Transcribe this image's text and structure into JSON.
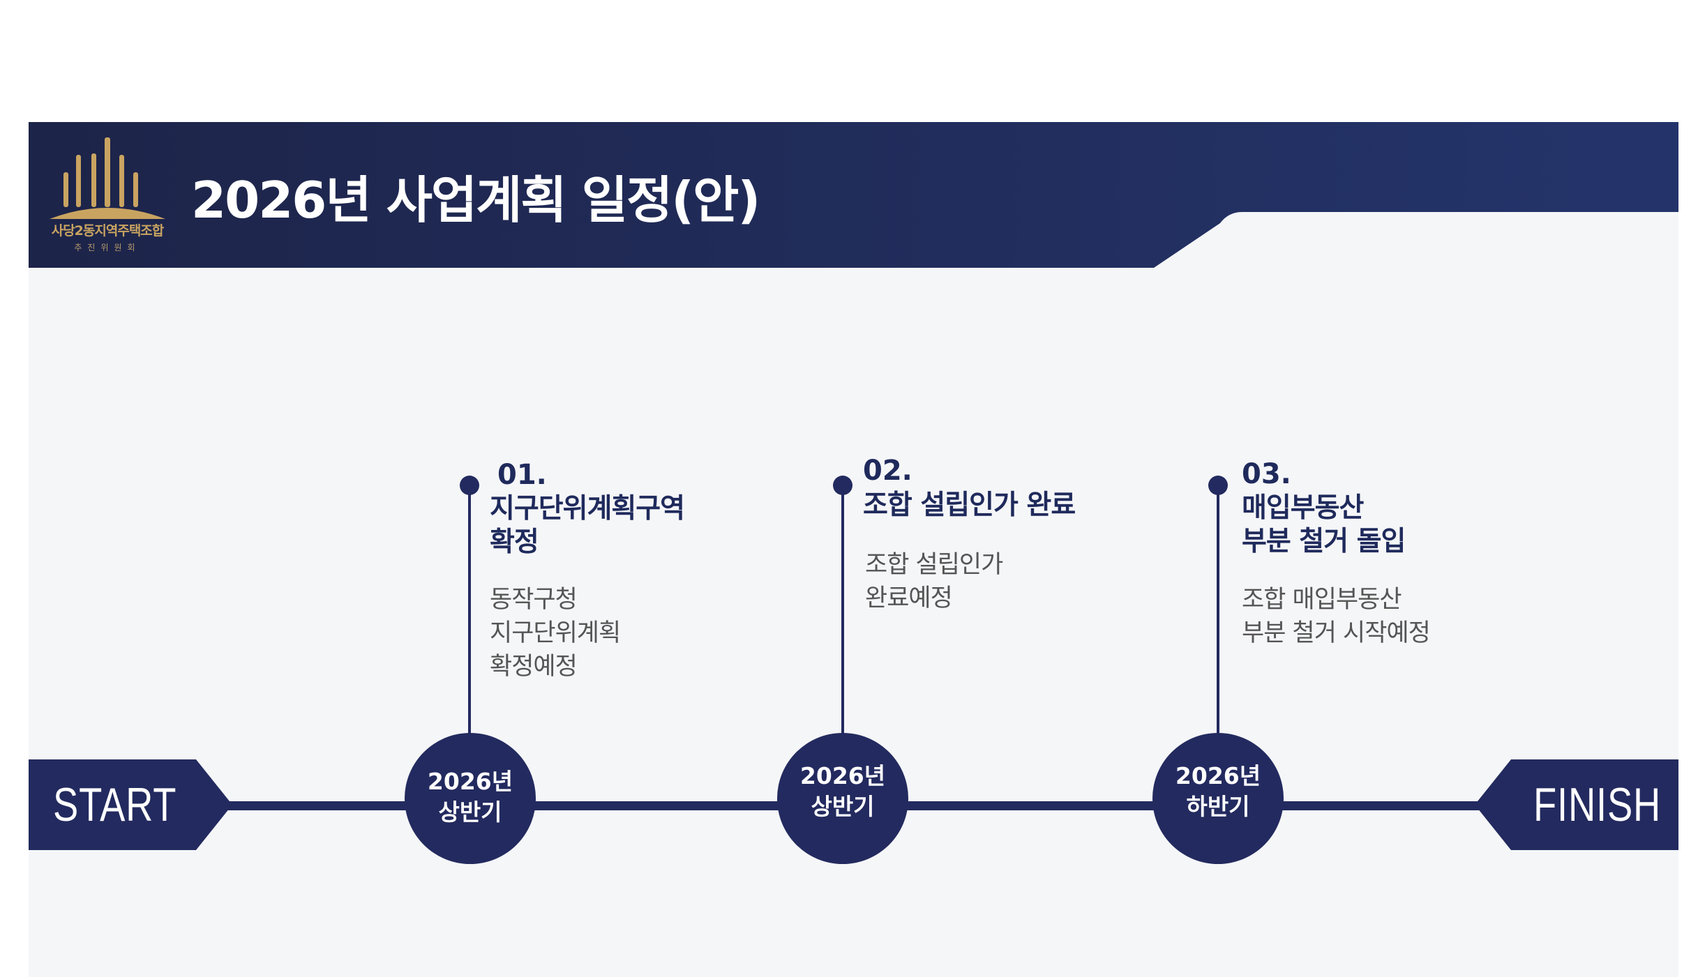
{
  "header": {
    "title": "2026년 사업계획 일정(안)",
    "logo_name": "사당2동지역주택조합",
    "logo_sub": "추진위원회"
  },
  "colors": {
    "navy": "#232a5f",
    "gold": "#c9a461",
    "background": "#f5f6f8"
  },
  "timeline": {
    "start_label": "START",
    "finish_label": "FINISH",
    "milestones": [
      {
        "number": "01.",
        "heading": [
          "지구단위계획구역",
          "확정"
        ],
        "desc": [
          "동작구청",
          "지구단위계획",
          "확정예정"
        ],
        "period": [
          "2026년",
          "상반기"
        ]
      },
      {
        "number": "02.",
        "heading": [
          "조합 설립인가 완료"
        ],
        "desc": [
          "조합 설립인가",
          "완료예정"
        ],
        "period": [
          "2026년",
          "상반기"
        ]
      },
      {
        "number": "03.",
        "heading": [
          "매입부동산",
          "부분 철거 돌입"
        ],
        "desc": [
          "조합 매입부동산",
          "부분 철거 시작예정"
        ],
        "period": [
          "2026년",
          "하반기"
        ]
      }
    ]
  }
}
